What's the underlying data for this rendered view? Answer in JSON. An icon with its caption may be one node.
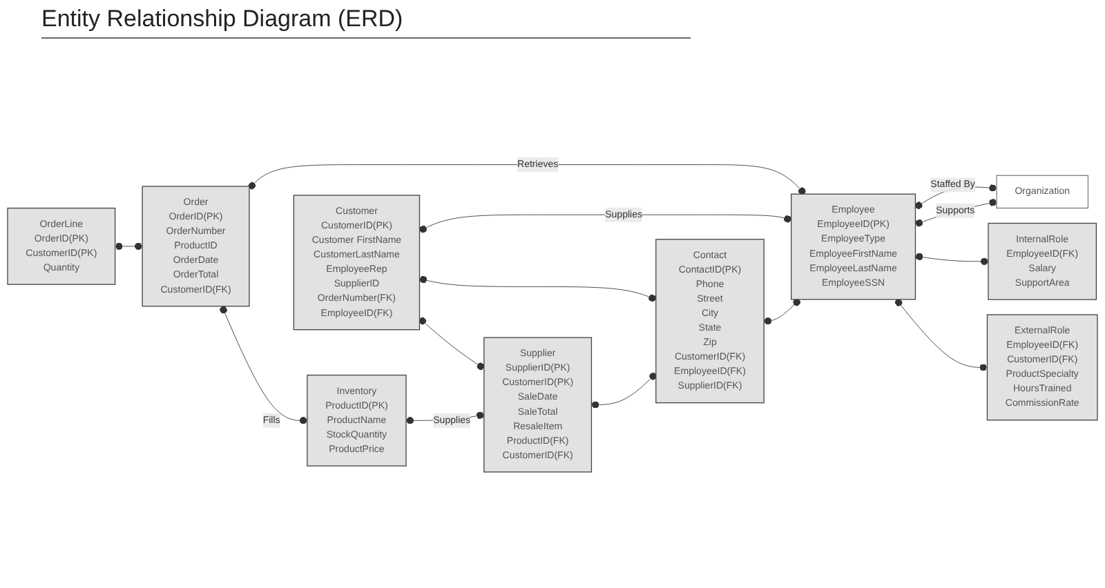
{
  "diagram": {
    "title": "Entity Relationship Diagram (ERD)",
    "nodes": [
      {
        "text": [
          "OrderLine",
          "OrderID(PK)",
          "CustomerID(PK)",
          "Quantity"
        ]
      },
      {
        "text": [
          "Order",
          "OrderID(PK)",
          "OrderNumber",
          "ProductID",
          "OrderDate",
          "OrderTotal",
          "CustomerID(FK)"
        ]
      },
      {
        "text": [
          "Inventory",
          "ProductID(PK)",
          "ProductName",
          "StockQuantity",
          "ProductPrice"
        ]
      },
      {
        "text": [
          "Customer",
          "CustomerID(PK)",
          "Customer FirstName",
          "CustomerLastName",
          "EmployeeRep",
          "SupplierID",
          "OrderNumber(FK)",
          "EmployeeID(FK)"
        ]
      },
      {
        "text": [
          "Employee",
          "EmployeeID(PK)",
          "EmployeeType",
          "EmployeeFirstName",
          "EmployeeLastName",
          "EmployeeSSN"
        ]
      },
      {
        "text": [
          "Organization"
        ]
      },
      {
        "text": [
          "Supplier",
          "SupplierID(PK)",
          "CustomerID(PK)",
          "SaleDate",
          "SaleTotal",
          "ResaleItem",
          "ProductID(FK)",
          "CustomerID(FK)"
        ]
      },
      {
        "text": [
          "Contact",
          "ContactID(PK)",
          "Phone",
          "Street",
          "City",
          "State",
          "Zip",
          "CustomerID(FK)",
          "EmployeeID(FK)",
          "SupplierID(FK)"
        ]
      },
      {
        "text": [
          "InternalRole",
          "EmployeeID(FK)",
          "Salary",
          "SupportArea"
        ]
      },
      {
        "text": [
          "ExternalRole",
          "EmployeeID(FK)",
          "CustomerID(FK)",
          "ProductSpecialty",
          "HoursTrained",
          "CommissionRate"
        ]
      }
    ],
    "edges": [
      {
        "from": 0,
        "to": 1,
        "arrow": "other"
      },
      {
        "from": 1,
        "to": 2,
        "arrow": "other",
        "label": "Fills"
      },
      {
        "from": 1,
        "to": 4,
        "arrow": "other",
        "label": "Retrieves"
      },
      {
        "from": 4,
        "to": 5,
        "arrow": "other",
        "label": "Staffed By"
      },
      {
        "from": 3,
        "to": 4,
        "arrow": "other",
        "label": "Supplies"
      },
      {
        "from": 4,
        "to": 5,
        "arrow": "other",
        "label": "Supports"
      },
      {
        "from": 3,
        "to": 6,
        "arrow": "other"
      },
      {
        "from": 3,
        "to": 7,
        "arrow": "other"
      },
      {
        "from": 2,
        "to": 6,
        "arrow": "other",
        "label": "Supplies"
      },
      {
        "from": 6,
        "to": 7,
        "arrow": "other"
      },
      {
        "from": 7,
        "to": 4,
        "arrow": "other"
      },
      {
        "from": 4,
        "to": 8,
        "arrow": "other"
      },
      {
        "from": 4,
        "to": 9,
        "arrow": "other"
      }
    ]
  }
}
